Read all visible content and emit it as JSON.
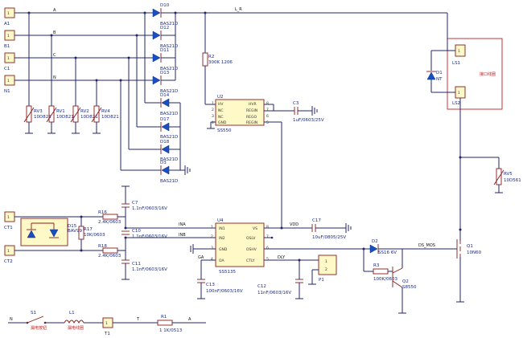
{
  "connectors": {
    "a1": {
      "name": "A1",
      "pin": "1"
    },
    "b1": {
      "name": "B1",
      "pin": "1"
    },
    "c1": {
      "name": "C1",
      "pin": "1"
    },
    "n1": {
      "name": "N1",
      "pin": "1"
    },
    "ct1": {
      "name": "CT1",
      "pin": "1"
    },
    "ct2": {
      "name": "CT2",
      "pin": "1"
    },
    "t1": {
      "name": "T1",
      "pin": "1"
    },
    "p1": {
      "name": "P1",
      "pins": [
        "1",
        "2"
      ]
    },
    "ls1": {
      "name": "LS1",
      "pin": "1"
    },
    "ls2": {
      "name": "LS2",
      "pin": "1"
    }
  },
  "nets": {
    "a": "A",
    "b": "B",
    "c": "C",
    "n": "N",
    "l_r": "L_R",
    "ina": "INA",
    "inb": "INB",
    "vdd": "VDD",
    "dly": "DLY",
    "ga": "GA",
    "ds_mos": "DS_MOS",
    "l1": "L1",
    "t": "T",
    "a2": "A",
    "n2": "N"
  },
  "diodes": [
    {
      "ref": "D10",
      "part": "BAS21D"
    },
    {
      "ref": "D12",
      "part": "BAS21D"
    },
    {
      "ref": "D11",
      "part": "BAS21D"
    },
    {
      "ref": "D13",
      "part": "BAS21D"
    },
    {
      "ref": "D14",
      "part": "BAS21D"
    },
    {
      "ref": "D17",
      "part": "BAS21D"
    },
    {
      "ref": "D18",
      "part": "BAS21D"
    },
    {
      "ref": "D3",
      "part": "BAS21D"
    }
  ],
  "varistors": [
    {
      "ref": "RV3",
      "value": "10D821"
    },
    {
      "ref": "RV1",
      "value": "10D821"
    },
    {
      "ref": "RV2",
      "value": "10D821"
    },
    {
      "ref": "RV4",
      "value": "10D821"
    }
  ],
  "r2": {
    "ref": "R2",
    "value": "300K 1206"
  },
  "u2": {
    "ref": "U2",
    "part": "SS550",
    "left_pins": [
      {
        "num": "1",
        "name": "HV"
      },
      {
        "num": "2",
        "name": "NC"
      },
      {
        "num": "3",
        "name": "NC"
      },
      {
        "num": "4",
        "name": "GND"
      }
    ],
    "right_pins": [
      {
        "num": "8",
        "name": "HVR"
      },
      {
        "num": "7",
        "name": "REGIN"
      },
      {
        "num": "6",
        "name": "REGO"
      },
      {
        "num": "5",
        "name": "REGIN"
      }
    ]
  },
  "c3": {
    "ref": "C3",
    "value": "1uF/0603/25V"
  },
  "ct": {
    "d15": "D15",
    "bav": "BAV99",
    "r17": "R17",
    "r17v": "10K/0603"
  },
  "r16": {
    "ref": "R16",
    "value": "2.4K/0603"
  },
  "r18": {
    "ref": "R18",
    "value": "2.4K/0603"
  },
  "c7": {
    "ref": "C7",
    "value": "1.1nF/0603/16V"
  },
  "c10": {
    "ref": "C10",
    "value": "1.1nF/0603/16V"
  },
  "c11": {
    "ref": "C11",
    "value": "1.1nF/0603/16V"
  },
  "u_main": {
    "ref": "U4",
    "part": "SS5135",
    "left_pins": [
      {
        "num": "1",
        "name": "IN1"
      },
      {
        "num": "2",
        "name": "IN2"
      },
      {
        "num": "3",
        "name": "GND"
      },
      {
        "num": "4",
        "name": "OA"
      }
    ],
    "right_pins": [
      {
        "num": "8",
        "name": "VS"
      },
      {
        "num": "7",
        "name": "OSLV"
      },
      {
        "num": "6",
        "name": "OSHV"
      },
      {
        "num": "5",
        "name": "CTLY"
      }
    ]
  },
  "c17": {
    "ref": "C17",
    "value": "10uF/0805/25V"
  },
  "c13": {
    "ref": "C13",
    "value": "100nF/0603/16V"
  },
  "c12": {
    "ref": "C12",
    "value": "11nF/0603/16V"
  },
  "d2": {
    "ref": "D2",
    "value": "SS16 6V"
  },
  "r3": {
    "ref": "R3",
    "value": "100K/0603"
  },
  "q2": {
    "ref": "Q2",
    "value": "S8550"
  },
  "q1": {
    "ref": "Q1",
    "value": "10N60"
  },
  "d1": {
    "ref": "D1",
    "value": "NT"
  },
  "rv5": {
    "ref": "RV5",
    "value": "10D561"
  },
  "lock_box": {
    "label": "接口线圈"
  },
  "bottom": {
    "s1_ref": "S1",
    "s1_label": "漏电按钮",
    "l1_ref": "L1",
    "l1_label": "漏电线圈",
    "r1_ref": "R1",
    "r1_value": "1 1K/0513"
  },
  "colors": {
    "wire": "#22246e",
    "body_stroke": "#8b1a1a",
    "body_fill": "#fff9c8",
    "diode": "#1a4fc0",
    "label": "#1a2a8a"
  }
}
